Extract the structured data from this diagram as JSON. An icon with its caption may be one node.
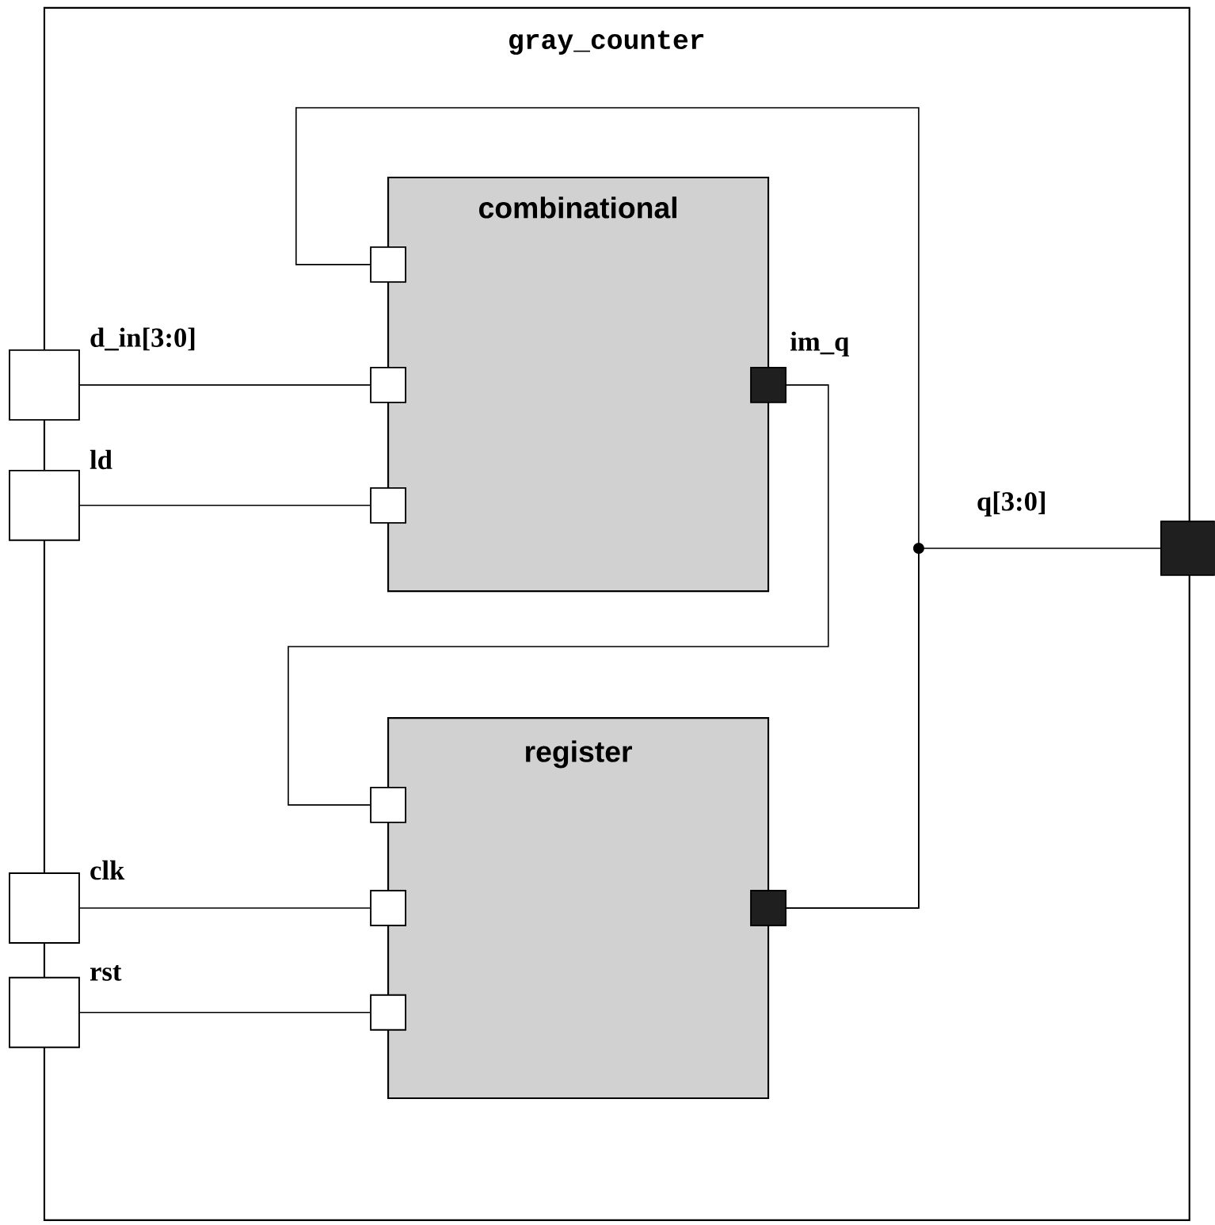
{
  "diagram": {
    "nodes": [
      {
        "text": [
          "gray_counter"
        ]
      },
      {
        "text": [
          "combinational"
        ],
        "in": 0
      },
      {
        "text": [],
        "shape": "box",
        "in": 0
      },
      {
        "text": [],
        "shape": "box",
        "beside": [
          "d_in[3:0]"
        ]
      },
      {
        "text": [],
        "shape": "box",
        "in": 0
      },
      {
        "text": [],
        "shape": "box",
        "beside": [
          "im_q"
        ],
        "in": 0
      },
      {
        "text": [],
        "shape": "box",
        "beside": [
          "ld"
        ]
      },
      {
        "text": [],
        "shape": "box",
        "in": 0
      },
      {
        "text": [],
        "shape": "box"
      },
      {
        "text": [
          "register"
        ],
        "in": 0
      },
      {
        "text": [],
        "shape": "box",
        "in": 0
      },
      {
        "text": [],
        "shape": "box",
        "beside": [
          "clk"
        ]
      },
      {
        "text": [],
        "shape": "box",
        "in": 0
      },
      {
        "text": [],
        "shape": "box",
        "in": 0
      },
      {
        "text": [],
        "shape": "box",
        "beside": [
          "rst"
        ]
      },
      {
        "text": [],
        "shape": "box",
        "in": 0
      }
    ],
    "edges": [
      {
        "from": 3,
        "to": 4,
        "arrow": "none"
      },
      {
        "from": 6,
        "to": 7,
        "arrow": "none"
      },
      {
        "from": 5,
        "to": 10,
        "arrow": "none"
      },
      {
        "from": 13,
        "to": 8,
        "arrow": "none"
      },
      {
        "from": 13,
        "to": 2,
        "arrow": "none"
      },
      {
        "from": 11,
        "to": 12,
        "arrow": "none"
      },
      {
        "from": 14,
        "to": 15,
        "arrow": "none"
      }
    ],
    "labels": [
      "q[3:0]"
    ]
  }
}
